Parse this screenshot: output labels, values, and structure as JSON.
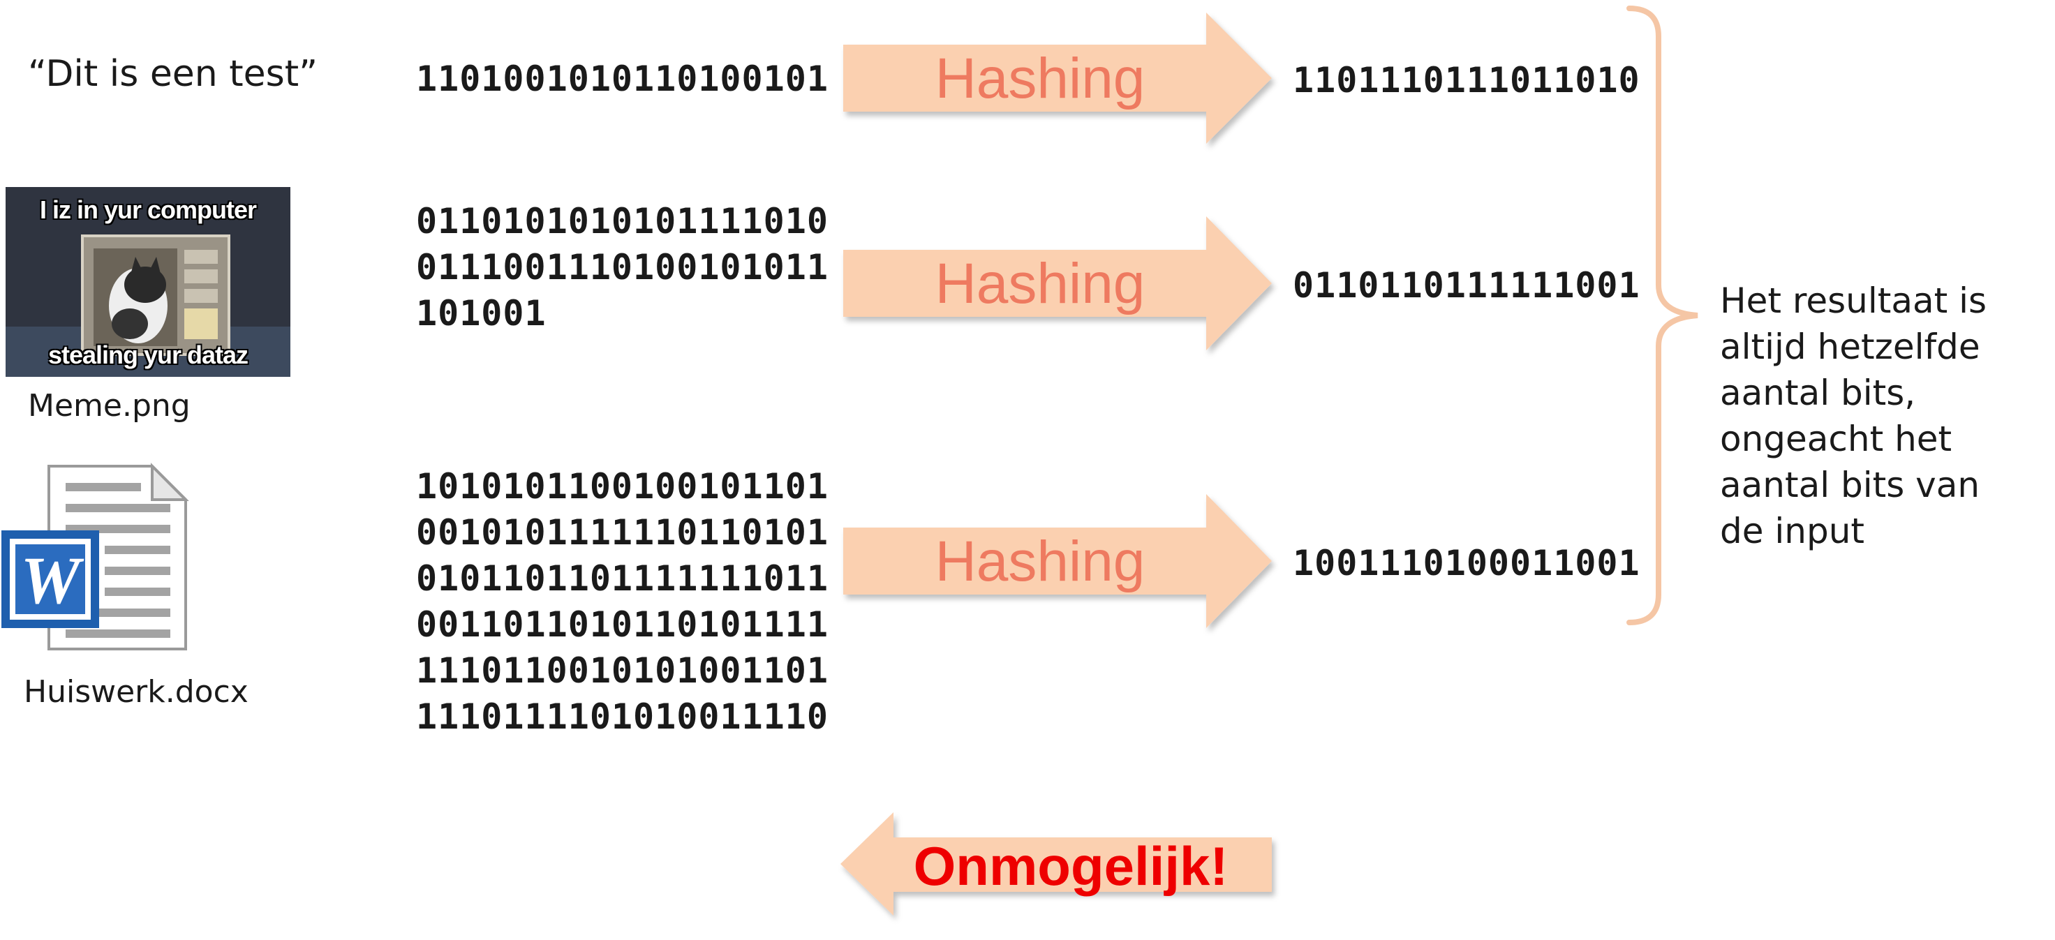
{
  "inputs": {
    "text_input": "“Dit is een test”",
    "meme": {
      "caption": "Meme.png",
      "top_text": "I iz in yur computer",
      "bottom_text": "stealing yur dataz"
    },
    "document": {
      "caption": "Huiswerk.docx",
      "icon": "word-document-icon",
      "letter": "W"
    }
  },
  "input_bits": {
    "row1": [
      "1101001010110100101"
    ],
    "row2": [
      "0110101010101111010",
      "0111001110100101011",
      "101001"
    ],
    "row3": [
      "1010101100100101101",
      "0010101111110110101",
      "0101101101111111011",
      "0011011010110101111",
      "1110110010101001101",
      "1110111101010011110"
    ]
  },
  "hash_arrows": [
    "Hashing",
    "Hashing",
    "Hashing"
  ],
  "outputs": [
    "1101110111011010",
    "0110110111111001",
    "1001110100011001"
  ],
  "side_note": [
    "Het resultaat is",
    "altijd hetzelfde",
    "aantal bits,",
    "ongeacht het",
    "aantal bits van",
    "de input"
  ],
  "reverse_arrow": "Onmogelijk!",
  "colors": {
    "arrow_fill": "#fbd0b0",
    "arrow_text": "#ee7a60",
    "brace": "#f5c6a5",
    "impossible_text": "#ee0000"
  }
}
